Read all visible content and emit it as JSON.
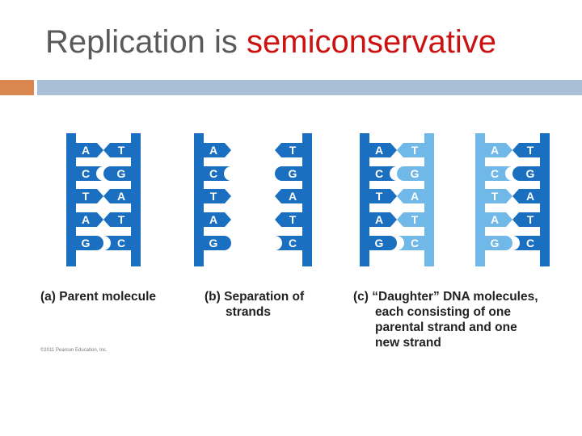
{
  "slide": {
    "title_plain": "Replication is ",
    "title_accent": "semiconservative"
  },
  "colors": {
    "accent": "#cc1111",
    "parent_strand": "#1a6fc0",
    "new_strand": "#6fb8e8",
    "orange_bar": "#d9874f",
    "blue_bar": "#a9bfd5"
  },
  "diagram": {
    "molecule_a": {
      "left_bases": [
        "A",
        "C",
        "T",
        "A",
        "G"
      ],
      "right_bases": [
        "T",
        "G",
        "A",
        "T",
        "C"
      ]
    },
    "molecule_b": {
      "left_bases": [
        "A",
        "C",
        "T",
        "A",
        "G"
      ],
      "right_bases": [
        "T",
        "G",
        "A",
        "T",
        "C"
      ]
    },
    "molecule_c1": {
      "left_bases": [
        "A",
        "C",
        "T",
        "A",
        "G"
      ],
      "right_bases": [
        "T",
        "G",
        "A",
        "T",
        "C"
      ]
    },
    "molecule_c2": {
      "left_bases": [
        "A",
        "C",
        "T",
        "A",
        "G"
      ],
      "right_bases": [
        "T",
        "G",
        "A",
        "T",
        "C"
      ]
    }
  },
  "captions": {
    "a_prefix": "(a)",
    "a_text": "Parent molecule",
    "b_prefix": "(b)",
    "b_line1": "Separation of",
    "b_line2": "strands",
    "c_prefix": "(c)",
    "c_line1": "“Daughter” DNA molecules,",
    "c_line2": "each consisting of one",
    "c_line3": "parental strand and one",
    "c_line4": "new strand"
  },
  "copyright": "©2011 Pearson Education, Inc."
}
